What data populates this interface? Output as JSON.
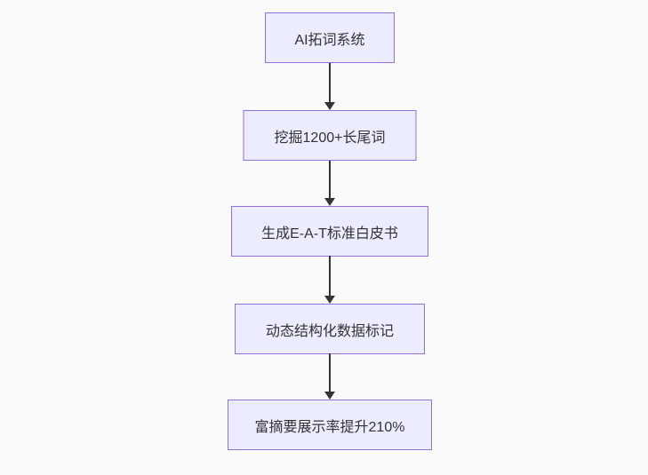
{
  "diagram": {
    "type": "flowchart",
    "direction": "top-down",
    "nodes": [
      {
        "label": "AI拓词系统"
      },
      {
        "label": "挖掘1200+长尾词"
      },
      {
        "label": "生成E-A-T标准白皮书"
      },
      {
        "label": "动态结构化数据标记"
      },
      {
        "label": "富摘要展示率提升210%"
      }
    ],
    "edges": [
      {
        "from": 0,
        "to": 1
      },
      {
        "from": 1,
        "to": 2
      },
      {
        "from": 2,
        "to": 3
      },
      {
        "from": 3,
        "to": 4
      }
    ],
    "colors": {
      "node_fill": "#ECECFF",
      "node_border": "#9370DB",
      "edge": "#333333",
      "text": "#333333",
      "background": "#fafafa"
    }
  }
}
